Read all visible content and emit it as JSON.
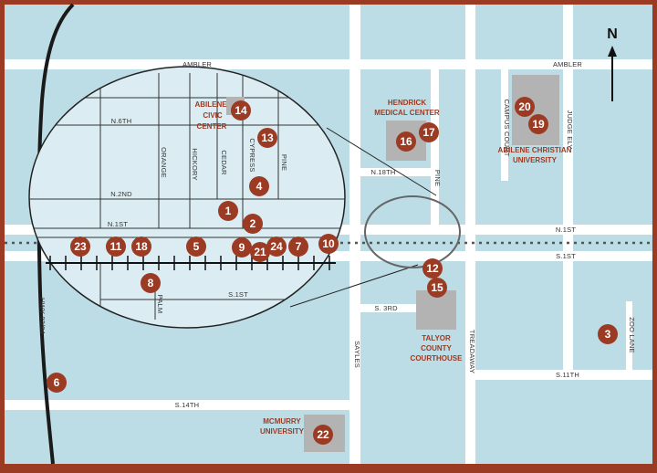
{
  "north_label": "N",
  "streets": {
    "ambler_left": "AMBLER",
    "ambler_right": "AMBLER",
    "n1st_right": "N.1ST",
    "s1st_right": "S.1ST",
    "s3rd": "S. 3RD",
    "s11th": "S.11TH",
    "s14th": "S.14TH",
    "n18th": "N.18TH",
    "pine_right": "PINE",
    "sayles": "SAYLES",
    "treadaway": "TREADAWAY",
    "campus_court": "CAMPUS COURT",
    "judge_ely": "JUDGE ELY",
    "zoo_lane": "ZOO LANE",
    "hwy": "HWY 83/84",
    "inset_n6th": "N.6TH",
    "inset_n2nd": "N.2ND",
    "inset_n1st": "N.1ST",
    "inset_s1st": "S.1ST",
    "inset_orange": "ORANGE",
    "inset_hickory": "HICKORY",
    "inset_cedar": "CEDAR",
    "inset_cypress": "CYPRESS",
    "inset_pine": "PINE",
    "inset_palm": "PALM"
  },
  "landmarks": {
    "civic_line1": "ABILENE",
    "civic_line2": "CIVIC",
    "civic_line3": "CENTER",
    "hendrick_line1": "HENDRICK",
    "hendrick_line2": "MEDICAL CENTER",
    "acu_line1": "ABILENE CHRISTIAN",
    "acu_line2": "UNIVERSITY",
    "courthouse_line1": "TALYOR",
    "courthouse_line2": "COUNTY",
    "courthouse_line3": "COURTHOUSE",
    "mcmurry_line1": "MCMURRY",
    "mcmurry_line2": "UNIVERSITY"
  },
  "markers": {
    "m1": "1",
    "m2": "2",
    "m3": "3",
    "m4": "4",
    "m5": "5",
    "m6": "6",
    "m7": "7",
    "m8": "8",
    "m9": "9",
    "m10": "10",
    "m11": "11",
    "m12": "12",
    "m13": "13",
    "m14": "14",
    "m15": "15",
    "m16": "16",
    "m17": "17",
    "m18": "18",
    "m19": "19",
    "m20": "20",
    "m21": "21",
    "m22": "22",
    "m23": "23",
    "m24": "24"
  },
  "colors": {
    "frame": "#9b3b23",
    "water_blocks": "#bcdde5",
    "roads": "#ffffff",
    "inset_fill": "#dbedf3",
    "building": "#b3b3b3",
    "marker": "#9b3b23"
  }
}
